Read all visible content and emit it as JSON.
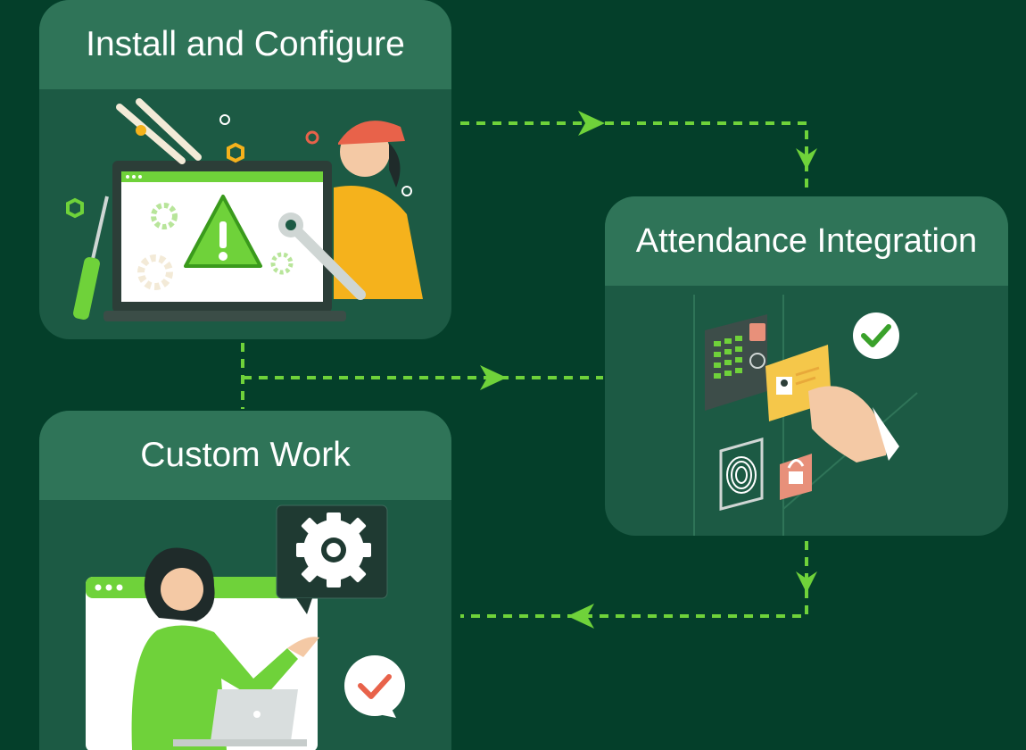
{
  "steps": [
    {
      "title": "Install and Configure",
      "illustration_icon": "laptop-repair-icon"
    },
    {
      "title": "Attendance Integration",
      "illustration_icon": "access-control-icon"
    },
    {
      "title": "Custom Work",
      "illustration_icon": "custom-work-icon"
    }
  ],
  "colors": {
    "background": "#043f2a",
    "card": "#1c5a44",
    "card_header": "#2f7458",
    "arrow": "#6fd23a",
    "accent_yellow": "#f5b21c",
    "accent_green": "#6fd23a"
  }
}
